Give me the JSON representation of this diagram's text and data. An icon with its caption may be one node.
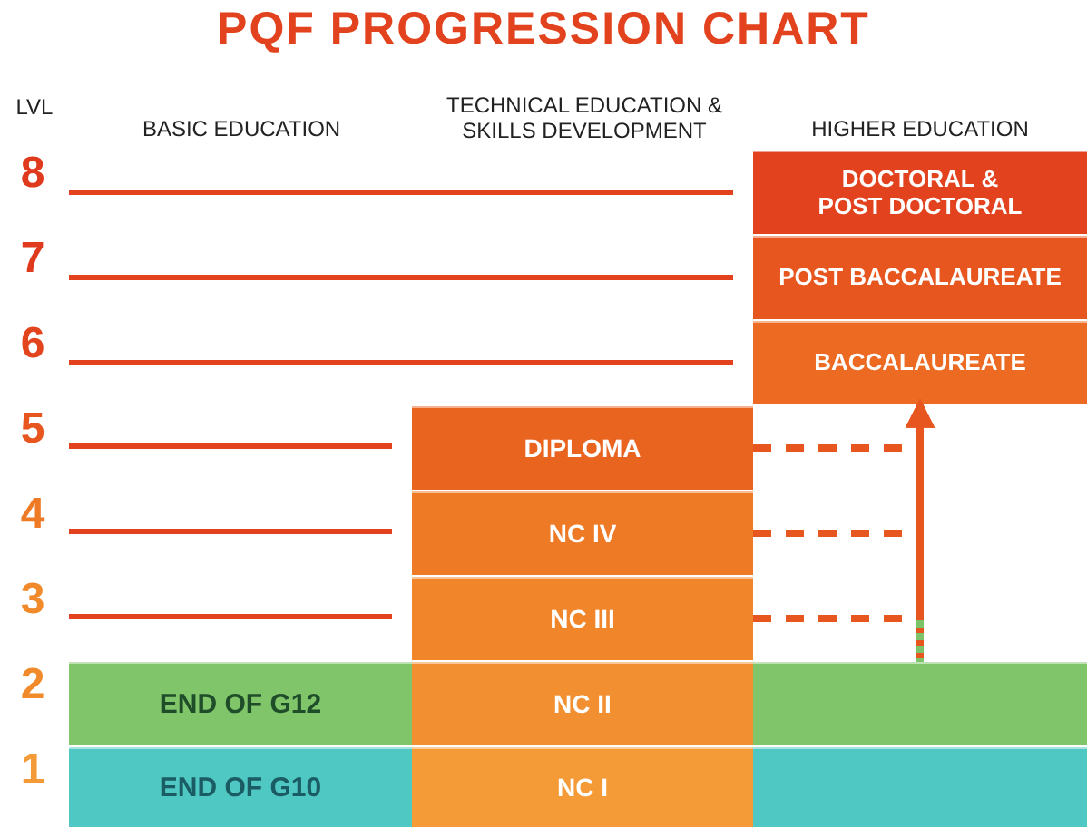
{
  "diagram": {
    "title": "PQF PROGRESSION CHART",
    "nodes": [
      {
        "text": [
          "DOCTORAL & POST DOCTORAL"
        ]
      },
      {
        "text": [
          "POST BACCALAUREATE"
        ]
      },
      {
        "text": [
          "BACCALAUREATE"
        ]
      },
      {
        "text": [
          "DIPLOMA"
        ]
      },
      {
        "text": [
          "NC IV"
        ]
      },
      {
        "text": [
          "NC III"
        ]
      },
      {
        "text": [
          "END OF G12"
        ]
      },
      {
        "text": [
          "NC II"
        ]
      },
      {
        "text": [],
        "shape": "bar"
      },
      {
        "text": [
          "END OF G10"
        ]
      },
      {
        "text": [
          "NC I"
        ]
      },
      {
        "text": [],
        "shape": "bar"
      }
    ],
    "edges": [
      {
        "from": 3,
        "to": 2,
        "arrow": "to",
        "style": "dashed"
      },
      {
        "from": 4,
        "to": 2,
        "arrow": "to",
        "style": "dashed"
      },
      {
        "from": 5,
        "to": 2,
        "arrow": "to",
        "style": "dashed"
      },
      {
        "from": 8,
        "to": 2,
        "arrow": "to"
      }
    ],
    "labels": [
      "LVL",
      "BASIC EDUCATION",
      "TECHNICAL EDUCATION & SKILLS DEVELOPMENT",
      "HIGHER EDUCATION",
      "8",
      "7",
      "6",
      "5",
      "4",
      "3",
      "2",
      "1"
    ]
  }
}
